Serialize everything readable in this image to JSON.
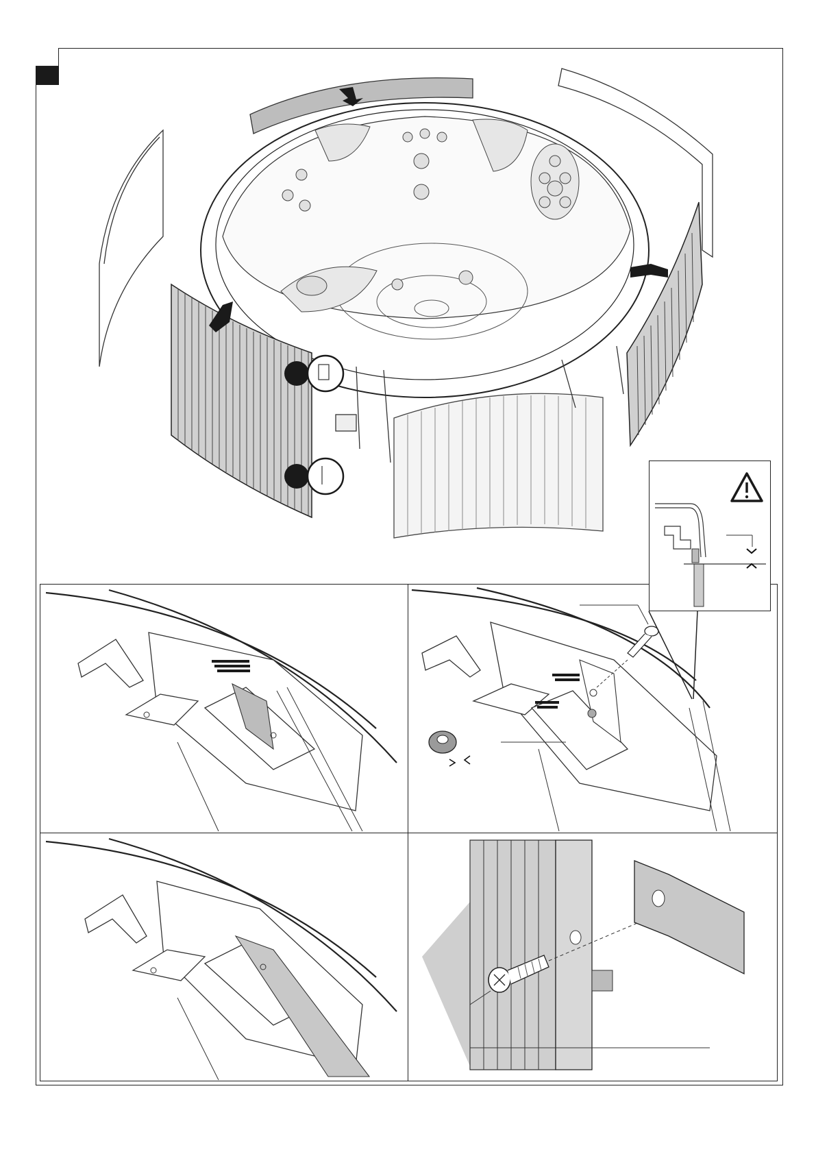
{
  "page": {
    "step_number": "",
    "step_marker_color": "#1a1a1a",
    "line_color": "#222222",
    "panel_fill": "#c8c8c8"
  },
  "main_illustration": {
    "callout_markers": [
      "filled-circle-marker",
      "filled-circle-marker"
    ],
    "arrow_icons": [
      "push-arrow-icon",
      "push-arrow-icon",
      "push-arrow-icon"
    ]
  },
  "warning_inset": {
    "icon": "warning-triangle-icon"
  },
  "detail_panels": [
    {
      "icon": "slide-panel-detail"
    },
    {
      "icon": "screw-and-spacer-detail"
    },
    {
      "icon": "panel-seated-detail"
    },
    {
      "icon": "screw-fastening-detail"
    }
  ]
}
